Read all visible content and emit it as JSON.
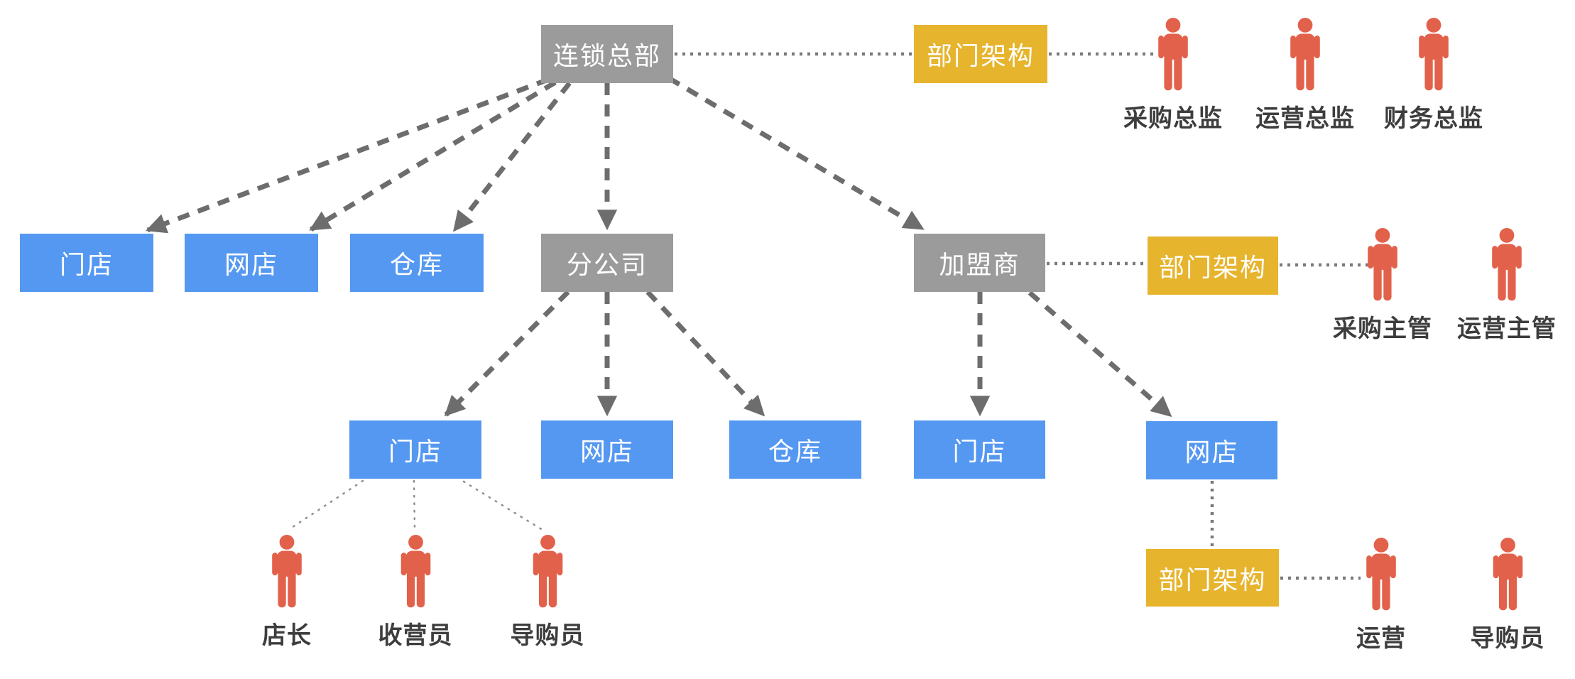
{
  "palette": {
    "background": "#ffffff",
    "node-gray": "#9b9b9b",
    "node-blue": "#5598f2",
    "node-yellow": "#e6b42d",
    "person-red": "#e2614b",
    "connector-gray": "#6d6d6d",
    "dot-gray-strong": "#7a7a7a",
    "dot-gray": "#8f8f8f",
    "label-text": "#3d3d3d",
    "box-text": "#ffffff"
  },
  "nodes": {
    "headquarters": {
      "label": "连锁总部"
    },
    "hq_department": {
      "label": "部门架构"
    },
    "hq_store": {
      "label": "门店"
    },
    "hq_eshop": {
      "label": "网店"
    },
    "hq_warehouse": {
      "label": "仓库"
    },
    "branch": {
      "label": "分公司"
    },
    "branch_store": {
      "label": "门店"
    },
    "branch_eshop": {
      "label": "网店"
    },
    "branch_warehouse": {
      "label": "仓库"
    },
    "franchisee": {
      "label": "加盟商"
    },
    "franchisee_department": {
      "label": "部门架构"
    },
    "franchisee_store": {
      "label": "门店"
    },
    "franchisee_eshop": {
      "label": "网店"
    },
    "eshop_department": {
      "label": "部门架构"
    }
  },
  "people": {
    "hq_roles": [
      {
        "label": "采购总监"
      },
      {
        "label": "运营总监"
      },
      {
        "label": "财务总监"
      }
    ],
    "franchisee_roles": [
      {
        "label": "采购主管"
      },
      {
        "label": "运营主管"
      }
    ],
    "store_staff": [
      {
        "label": "店长"
      },
      {
        "label": "收营员"
      },
      {
        "label": "导购员"
      }
    ],
    "eshop_roles": [
      {
        "label": "运营"
      },
      {
        "label": "导购员"
      }
    ]
  }
}
